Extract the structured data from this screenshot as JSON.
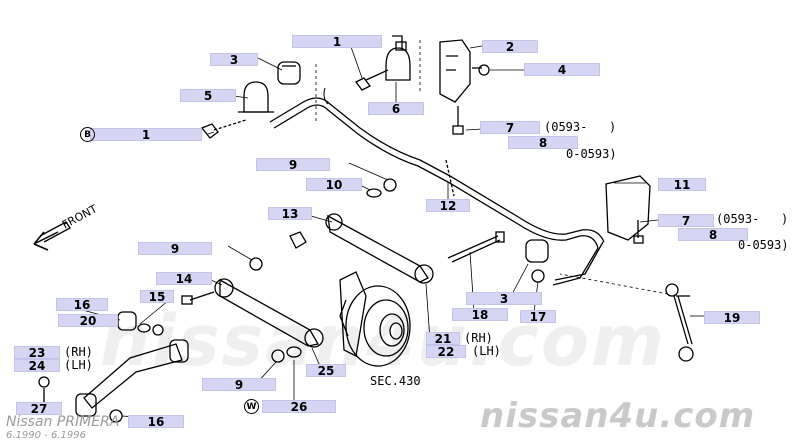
{
  "labels": {
    "p1a": "1",
    "p1b": "1",
    "p2": "2",
    "p3a": "3",
    "p3b": "3",
    "p4": "4",
    "p5": "5",
    "p6": "6",
    "p7a": "7",
    "p7b": "7",
    "p8a": "8",
    "p8b": "8",
    "p9a": "9",
    "p9b": "9",
    "p9c": "9",
    "p10": "10",
    "p11": "11",
    "p12": "12",
    "p13": "13",
    "p14": "14",
    "p15": "15",
    "p16a": "16",
    "p16b": "16",
    "p17": "17",
    "p18": "18",
    "p19": "19",
    "p20": "20",
    "p21": "21",
    "p22": "22",
    "p23": "23",
    "p24": "24",
    "p25": "25",
    "p26": "26",
    "p27": "27"
  },
  "annotations": {
    "from_a": "(0593-   )",
    "to_a": "0-0593)",
    "from_b": "(0593-   )",
    "to_b": "0-0593)",
    "rh1": "(RH)",
    "lh1": "(LH)",
    "rh2": "(RH)",
    "lh2": "(LH)",
    "circle_b": "B",
    "circle_w": "W",
    "front": "FRONT",
    "section": "SEC.430"
  },
  "watermark": {
    "site": "nissan4u.com",
    "model": "Nissan PRIMERA",
    "years": "6.1990 - 6.1996"
  }
}
